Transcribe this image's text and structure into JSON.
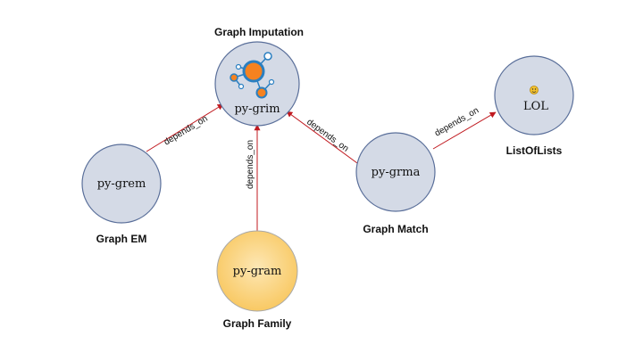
{
  "nodes": {
    "grim": {
      "label": "py-grim",
      "caption": "Graph Imputation",
      "fill": "#d4dae6",
      "stroke": "#5a6f9a"
    },
    "grem": {
      "label": "py-grem",
      "caption": "Graph EM",
      "fill": "#d4dae6",
      "stroke": "#5a6f9a"
    },
    "gram": {
      "label": "py-gram",
      "caption": "Graph Family",
      "fill": "#fbd88a",
      "stroke": "#a8a8a8"
    },
    "grma": {
      "label": "py-grma",
      "caption": "Graph Match",
      "fill": "#d4dae6",
      "stroke": "#5a6f9a"
    },
    "lol": {
      "label": "LOL",
      "caption": "ListOfLists",
      "fill": "#d4dae6",
      "stroke": "#5a6f9a"
    }
  },
  "edges": {
    "grem_grim": {
      "label": "depends_on"
    },
    "gram_grim": {
      "label": "depends_on"
    },
    "grma_grim": {
      "label": "depends_on"
    },
    "grma_lol": {
      "label": "depends_on"
    }
  },
  "colors": {
    "edge": "#c0191f",
    "logo_orange": "#f58220",
    "logo_blue": "#2a7fc1"
  },
  "icons": {
    "grim": "network-logo-icon",
    "lol": "smiley-icon"
  }
}
